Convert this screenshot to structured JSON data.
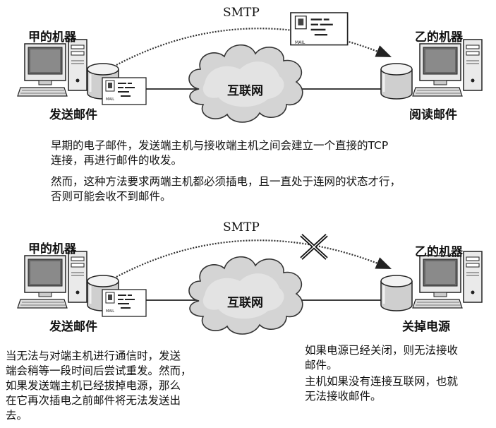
{
  "top": {
    "sender_label": "甲的机器",
    "receiver_label": "乙的机器",
    "protocol": "SMTP",
    "cloud": "互联网",
    "sender_action": "发送邮件",
    "receiver_action": "阅读邮件",
    "note1": [
      "早期的电子邮件，发送端主机与接收端主机之间会建立一个直接的TCP",
      "连接，再进行邮件的收发。"
    ],
    "note2": [
      "然而，这种方法要求两端主机都必须插电，且一直处于连网的状态才行，",
      "否则可能会收不到邮件。"
    ]
  },
  "bottom": {
    "sender_label": "甲的机器",
    "receiver_label": "乙的机器",
    "protocol": "SMTP",
    "cloud": "互联网",
    "sender_action": "发送邮件",
    "receiver_action": "关掉电源",
    "left_note": [
      "当无法与对端主机进行通信时，发送",
      "端会稍等一段时间后尝试重发。然而，",
      "如果发送端主机已经拔掉电源，那么",
      "在它再次插电之前邮件将无法发送出",
      "去。"
    ],
    "right_note1": [
      "如果电源已经关闭，则无法接收",
      "邮件。"
    ],
    "right_note2": [
      "主机如果没有连接互联网，也就",
      "无法接收邮件。"
    ]
  },
  "envelope_tag": "MAIL",
  "icons": [
    "computer-icon",
    "mail-server-icon",
    "envelope-icon",
    "internet-cloud-icon",
    "blocked-x-icon"
  ]
}
